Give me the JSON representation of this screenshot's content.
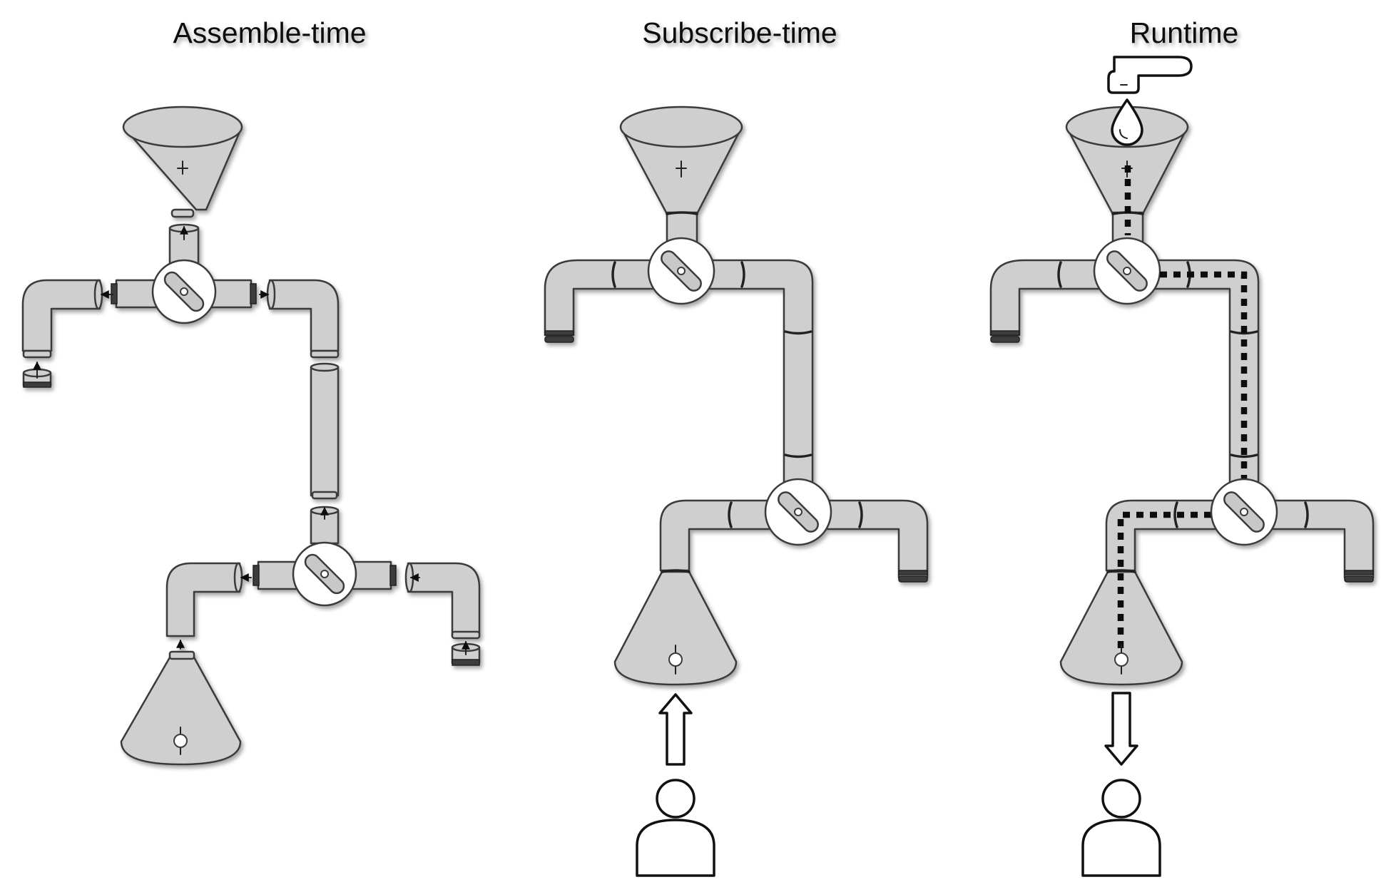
{
  "panels": [
    {
      "title": "Assemble-time"
    },
    {
      "title": "Subscribe-time"
    },
    {
      "title": "Runtime"
    }
  ],
  "icons": {
    "source": "funnel-icon",
    "sink": "cone-icon",
    "valve": "valve-icon",
    "tap": "faucet-icon",
    "drop": "water-drop-icon",
    "subscriber": "person-icon"
  },
  "colors": {
    "pipe_fill": "#cfcfcf",
    "pipe_stroke": "#3a3a3a",
    "flow": "#0c0c0c"
  }
}
